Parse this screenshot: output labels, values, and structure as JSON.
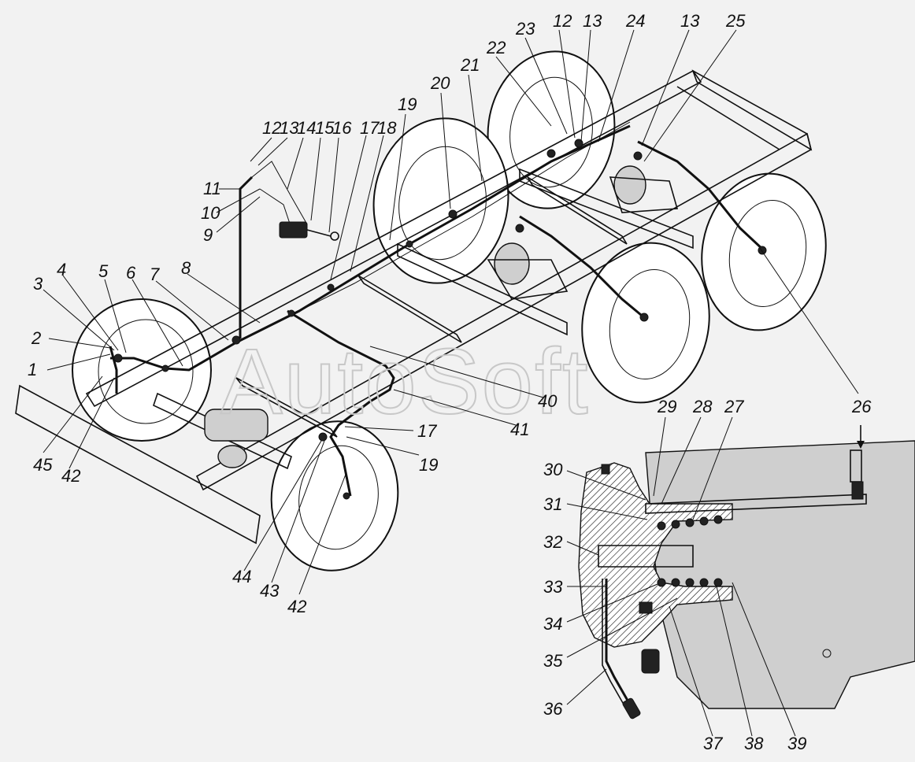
{
  "watermark": "AutoSoft",
  "callouts": [
    {
      "id": "c1",
      "text": "1"
    },
    {
      "id": "c2",
      "text": "2"
    },
    {
      "id": "c3",
      "text": "3"
    },
    {
      "id": "c4",
      "text": "4"
    },
    {
      "id": "c5",
      "text": "5"
    },
    {
      "id": "c6",
      "text": "6"
    },
    {
      "id": "c7",
      "text": "7"
    },
    {
      "id": "c8",
      "text": "8"
    },
    {
      "id": "c9",
      "text": "9"
    },
    {
      "id": "c10",
      "text": "10"
    },
    {
      "id": "c11",
      "text": "11"
    },
    {
      "id": "c12a",
      "text": "12"
    },
    {
      "id": "c13a",
      "text": "13"
    },
    {
      "id": "c14",
      "text": "14"
    },
    {
      "id": "c15",
      "text": "15"
    },
    {
      "id": "c16",
      "text": "16"
    },
    {
      "id": "c17a",
      "text": "17"
    },
    {
      "id": "c18",
      "text": "18"
    },
    {
      "id": "c19a",
      "text": "19"
    },
    {
      "id": "c20",
      "text": "20"
    },
    {
      "id": "c21",
      "text": "21"
    },
    {
      "id": "c22",
      "text": "22"
    },
    {
      "id": "c23",
      "text": "23"
    },
    {
      "id": "c12b",
      "text": "12"
    },
    {
      "id": "c13b",
      "text": "13"
    },
    {
      "id": "c24",
      "text": "24"
    },
    {
      "id": "c13c",
      "text": "13"
    },
    {
      "id": "c25",
      "text": "25"
    },
    {
      "id": "c26",
      "text": "26"
    },
    {
      "id": "c27",
      "text": "27"
    },
    {
      "id": "c28",
      "text": "28"
    },
    {
      "id": "c29",
      "text": "29"
    },
    {
      "id": "c30",
      "text": "30"
    },
    {
      "id": "c31",
      "text": "31"
    },
    {
      "id": "c32",
      "text": "32"
    },
    {
      "id": "c33",
      "text": "33"
    },
    {
      "id": "c34",
      "text": "34"
    },
    {
      "id": "c35",
      "text": "35"
    },
    {
      "id": "c36",
      "text": "36"
    },
    {
      "id": "c37",
      "text": "37"
    },
    {
      "id": "c38",
      "text": "38"
    },
    {
      "id": "c39",
      "text": "39"
    },
    {
      "id": "c40",
      "text": "40"
    },
    {
      "id": "c41",
      "text": "41"
    },
    {
      "id": "c17b",
      "text": "17"
    },
    {
      "id": "c19b",
      "text": "19"
    },
    {
      "id": "c42a",
      "text": "42"
    },
    {
      "id": "c42b",
      "text": "42"
    },
    {
      "id": "c43",
      "text": "43"
    },
    {
      "id": "c44",
      "text": "44"
    },
    {
      "id": "c45",
      "text": "45"
    }
  ]
}
